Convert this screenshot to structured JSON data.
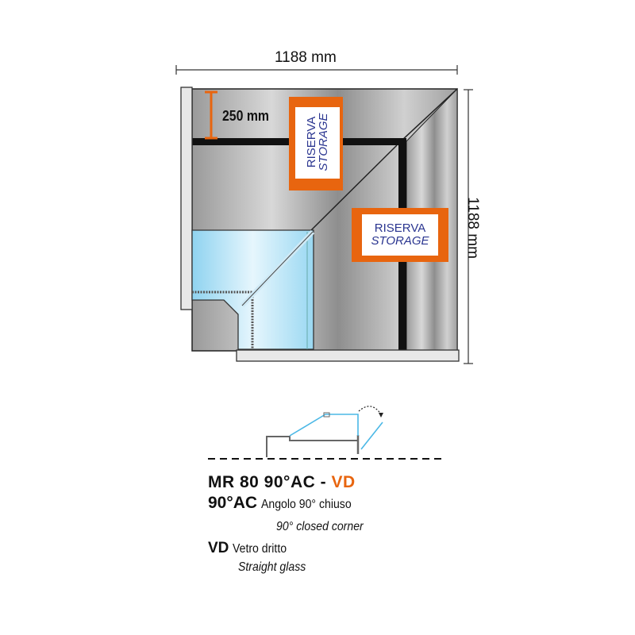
{
  "dimensions": {
    "width": "1188 mm",
    "depth": "1188 mm",
    "shelf_gap": "250 mm"
  },
  "labels": {
    "storage1_line1": "RISERVA",
    "storage1_line2": "STORAGE",
    "storage2_line1": "RISERVA",
    "storage2_line2": "STORAGE"
  },
  "legend": {
    "model": "MR 80 90°AC - ",
    "model_suffix": "VD",
    "code1": "90°AC",
    "code1_it": "Angolo 90° chiuso",
    "code1_en": "90° closed corner",
    "code2": "VD",
    "code2_it": "Vetro dritto",
    "code2_en": "Straight glass"
  },
  "colors": {
    "accent": "#e8650f",
    "glass": "#5bc0e8",
    "text_blue": "#2a3590"
  }
}
